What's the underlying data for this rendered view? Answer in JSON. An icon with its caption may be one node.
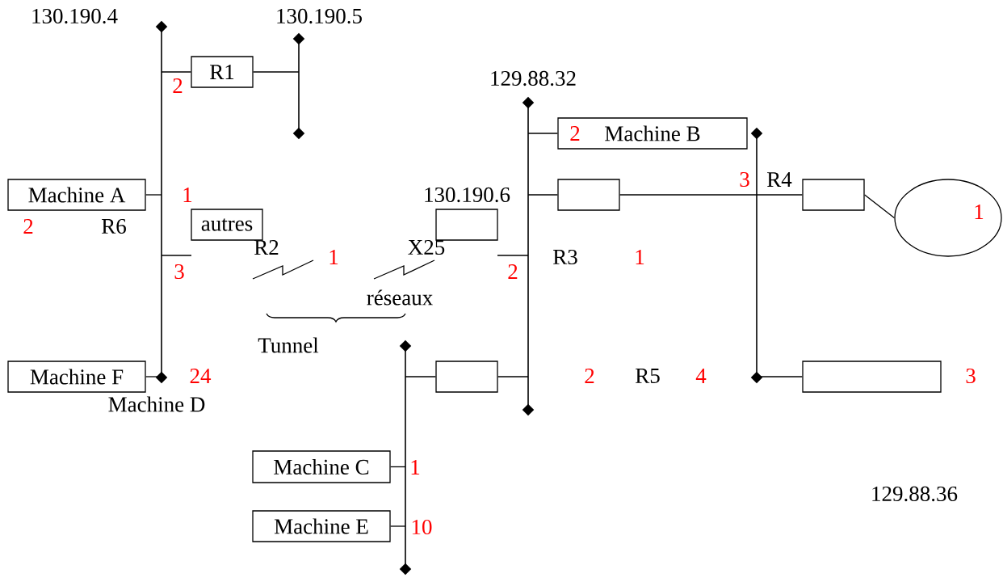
{
  "diagram": {
    "nodes": [
      {
        "text": [],
        "shape": "bar",
        "beside": [
          "130.190.4"
        ]
      },
      {
        "text": [
          "R1"
        ]
      },
      {
        "text": [],
        "shape": "bar",
        "beside": [
          "130.190.5"
        ]
      },
      {
        "text": [
          "Machine A"
        ]
      },
      {
        "text": [
          "autres"
        ]
      },
      {
        "text": [],
        "shape": "box"
      },
      {
        "text": [],
        "shape": "bar",
        "beside": [
          "129.88.32"
        ]
      },
      {
        "text": [
          "Machine B"
        ]
      },
      {
        "text": [],
        "shape": "box"
      },
      {
        "text": [],
        "shape": "bar"
      },
      {
        "text": [],
        "shape": "box"
      },
      {
        "text": [],
        "shape": "ellipse"
      },
      {
        "text": [
          "Machine F"
        ]
      },
      {
        "text": [],
        "shape": "bar"
      },
      {
        "text": [],
        "shape": "box"
      },
      {
        "text": [],
        "shape": "box"
      },
      {
        "text": [
          "Machine C"
        ]
      },
      {
        "text": [
          "Machine E"
        ]
      }
    ],
    "edges": [
      {
        "from": 0,
        "to": 1,
        "arrow": "none"
      },
      {
        "from": 1,
        "to": 2,
        "arrow": "none"
      },
      {
        "from": 3,
        "to": 0,
        "arrow": "none"
      },
      {
        "from": 0,
        "to": null,
        "arrow": "none"
      },
      {
        "from": 6,
        "to": null,
        "arrow": "none"
      },
      {
        "from": 6,
        "to": 7,
        "arrow": "none"
      },
      {
        "from": 6,
        "to": 8,
        "arrow": "none"
      },
      {
        "from": 8,
        "to": 10,
        "arrow": "none"
      },
      {
        "from": 10,
        "to": 11,
        "arrow": "none"
      },
      {
        "from": 12,
        "to": 0,
        "arrow": "none"
      },
      {
        "from": 13,
        "to": 14,
        "arrow": "none"
      },
      {
        "from": 14,
        "to": 6,
        "arrow": "none"
      },
      {
        "from": 9,
        "to": 15,
        "arrow": "none"
      },
      {
        "from": 16,
        "to": 13,
        "arrow": "none"
      },
      {
        "from": 17,
        "to": 13,
        "arrow": "none"
      }
    ],
    "labels": [
      "2",
      "2",
      "1",
      "130.190.6",
      "3",
      "R4",
      "1",
      "2",
      "R6",
      "3",
      "R2",
      "1",
      "X25",
      "2",
      "R3",
      "1",
      "réseaux",
      "Tunnel",
      "24",
      "2",
      "R5",
      "4",
      "3",
      "Machine D",
      "1",
      "129.88.36",
      "10"
    ]
  }
}
